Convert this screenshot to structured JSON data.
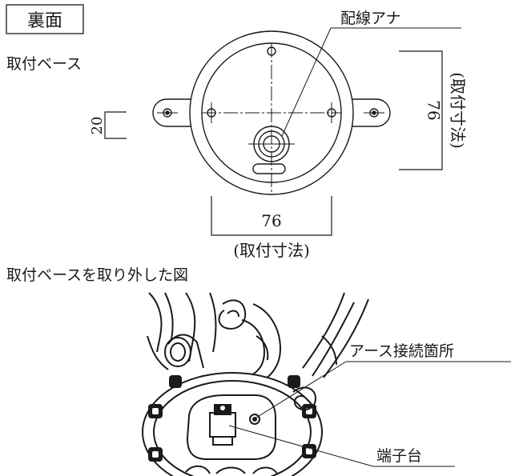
{
  "labels": {
    "back_side": "裏面",
    "mounting_base": "取付ベース",
    "wiring_hole": "配線アナ",
    "dim_20": "20",
    "dim_76_h": "76",
    "dim_76_h_note": "(取付寸法)",
    "dim_76_v": "76",
    "dim_76_v_note": "(取付寸法)",
    "removed_caption": "取付ベースを取り外した図",
    "ground_point": "アース接続箇所",
    "terminal_block": "端子台"
  }
}
